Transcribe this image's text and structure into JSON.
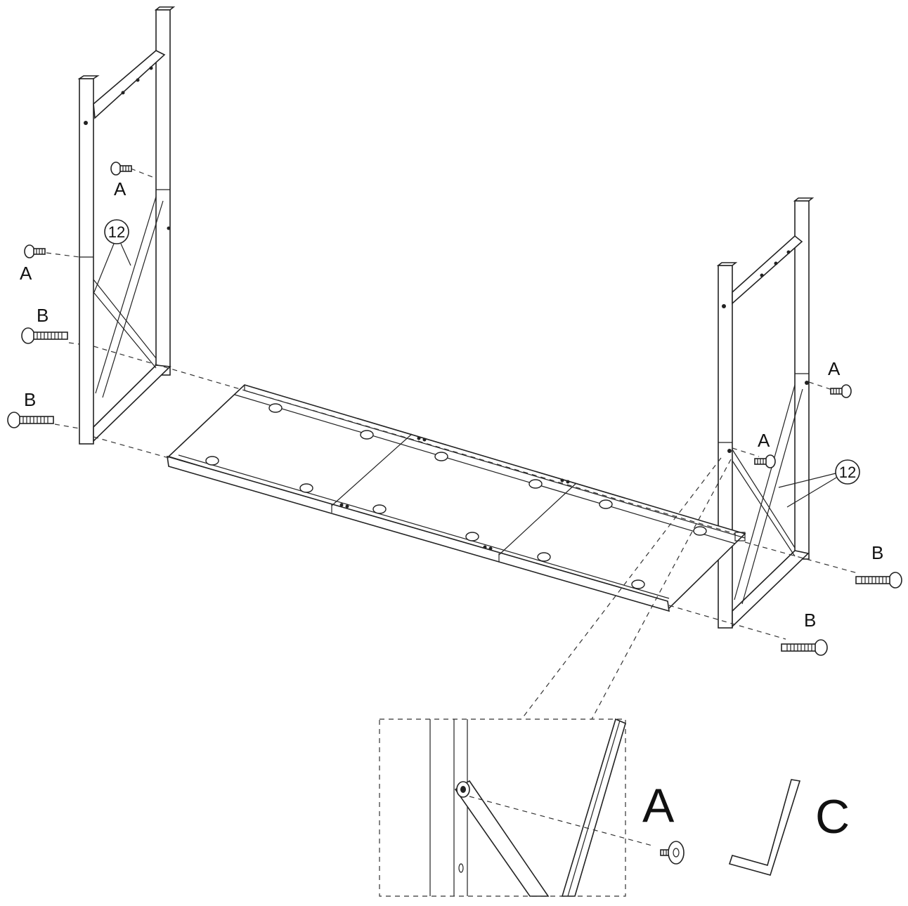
{
  "labels": {
    "screw_a": "A",
    "screw_b": "B",
    "tool_c": "C",
    "part_number": "12"
  },
  "colors": {
    "line": "#222222",
    "background": "#ffffff"
  },
  "icons": {
    "screw_a": "short-hex-bolt-icon",
    "screw_b": "long-threaded-bolt-icon",
    "tool_c": "allen-key-icon"
  }
}
